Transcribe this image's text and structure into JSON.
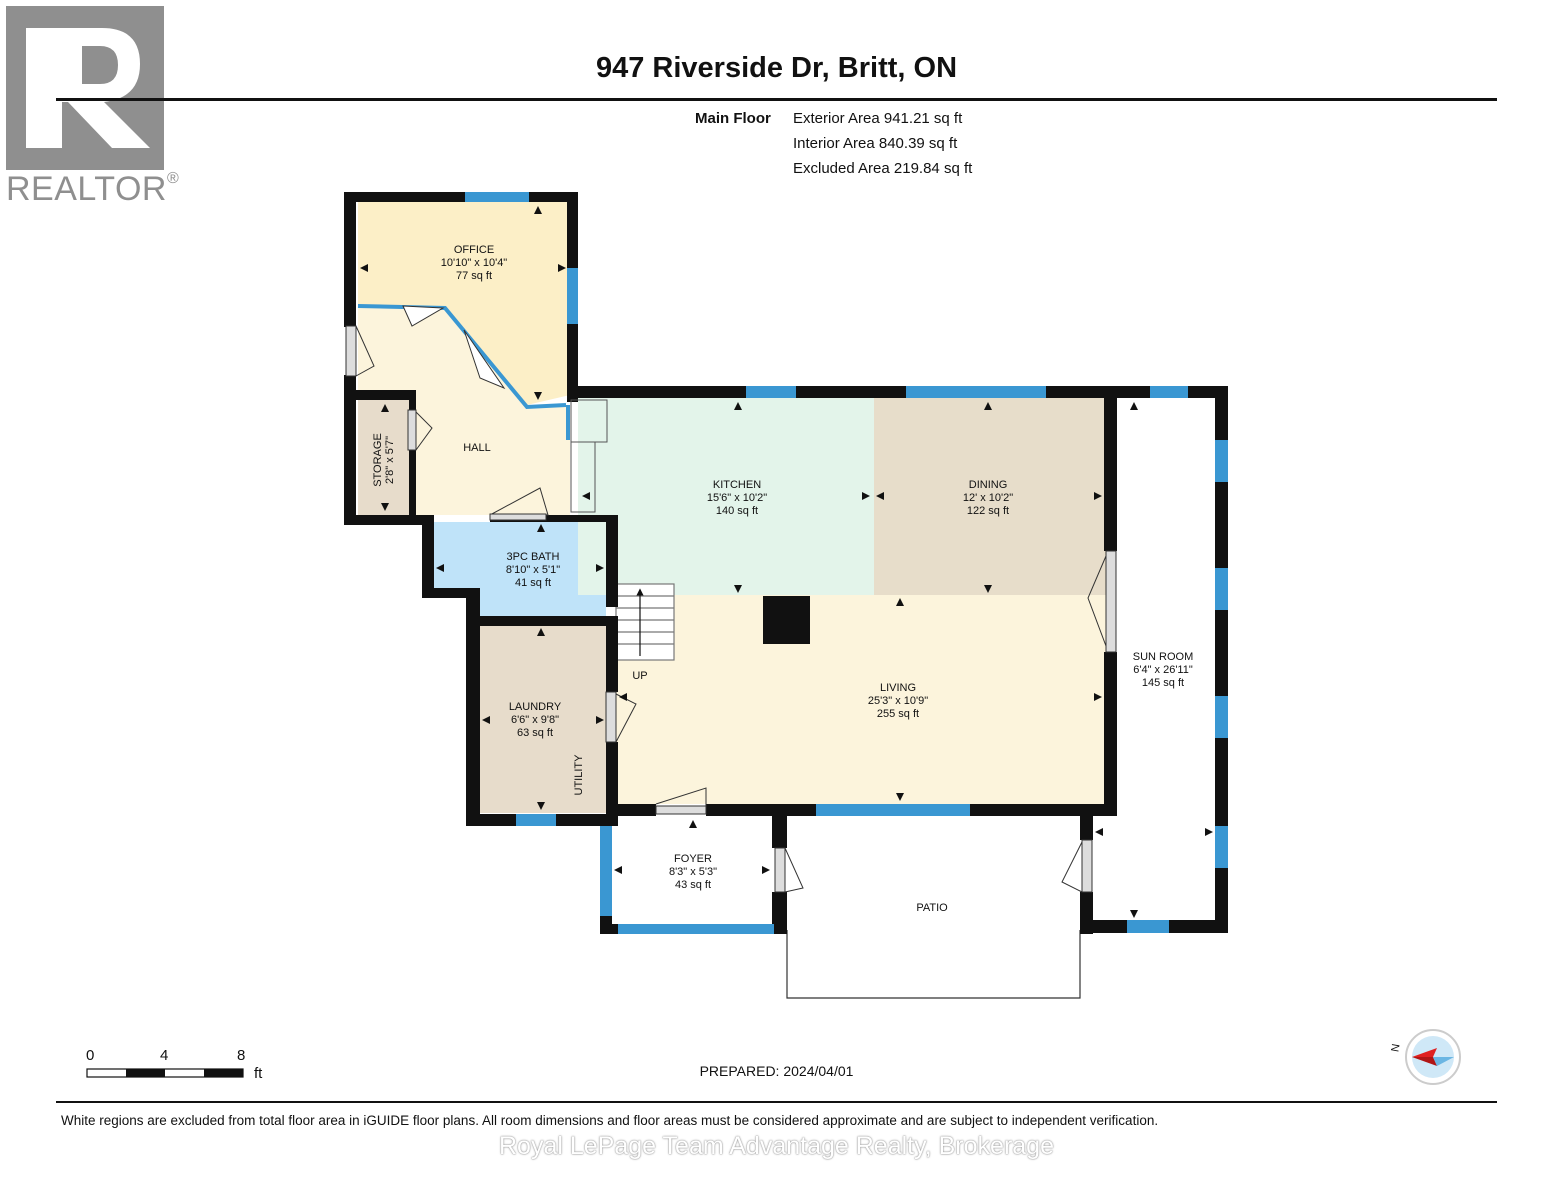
{
  "header": {
    "title": "947 Riverside Dr, Britt, ON",
    "floor_name": "Main Floor",
    "areas": [
      "Exterior Area 941.21 sq ft",
      "Interior Area 840.39 sq ft",
      "Excluded Area 219.84 sq ft"
    ]
  },
  "logo": {
    "text": "REALTOR",
    "mark": "®"
  },
  "rooms": {
    "office": {
      "name": "OFFICE",
      "dims": "10'10\" x 10'4\"",
      "area": "77 sq ft"
    },
    "hall": {
      "name": "HALL"
    },
    "storage": {
      "name": "STORAGE",
      "dims": "2'8\" x 5'7\""
    },
    "bath": {
      "name": "3PC BATH",
      "dims": "8'10\" x 5'1\"",
      "area": "41 sq ft"
    },
    "kitchen": {
      "name": "KITCHEN",
      "dims": "15'6\" x 10'2\"",
      "area": "140 sq ft"
    },
    "dining": {
      "name": "DINING",
      "dims": "12' x 10'2\"",
      "area": "122 sq ft"
    },
    "sunroom": {
      "name": "SUN ROOM",
      "dims": "6'4\" x 26'11\"",
      "area": "145 sq ft"
    },
    "living": {
      "name": "LIVING",
      "dims": "25'3\" x 10'9\"",
      "area": "255 sq ft"
    },
    "laundry": {
      "name": "LAUNDRY",
      "dims": "6'6\" x 9'8\"",
      "area": "63 sq ft"
    },
    "utility": {
      "name": "UTILITY"
    },
    "foyer": {
      "name": "FOYER",
      "dims": "8'3\" x 5'3\"",
      "area": "43 sq ft"
    },
    "patio": {
      "name": "PATIO"
    },
    "stairs": {
      "name": "UP"
    }
  },
  "scale": {
    "labels": [
      "0",
      "4",
      "8"
    ],
    "unit": "ft"
  },
  "compass": {
    "label": "N"
  },
  "prepared": "PREPARED: 2024/04/01",
  "disclaimer": "White regions are excluded from total floor area in iGUIDE floor plans. All room dimensions and floor areas must be considered approximate and are subject to independent verification.",
  "watermark": "Royal LePage Team Advantage Realty, Brokerage",
  "colors": {
    "office": "#fcefc7",
    "hall": "#fcf4dc",
    "storage": "#e7dccb",
    "bath": "#bfe3f9",
    "kitchen": "#e3f4ea",
    "dining": "#e7ddca",
    "living": "#fcf4dc",
    "laundry": "#e7dccb",
    "wall": "#111111",
    "window": "#3a97d2"
  }
}
